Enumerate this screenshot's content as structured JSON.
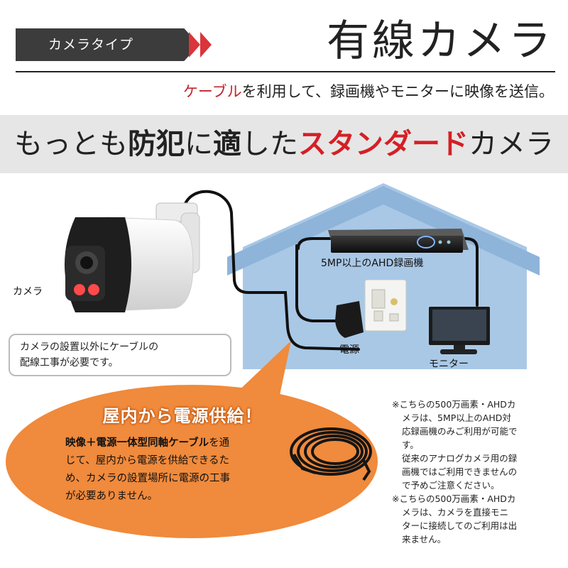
{
  "header": {
    "type_label": "カメラタイプ",
    "title": "有線カメラ",
    "subtitle_highlight": "ケーブル",
    "subtitle_rest": "を利用して、録画機やモニターに映像を送信。"
  },
  "slogan": {
    "part1": "もっとも",
    "part2": "防犯",
    "part3": "に",
    "part4": "適",
    "part5": "した",
    "part6": "スタンダード",
    "part7": "カメラ"
  },
  "diagram": {
    "camera_label": "カメラ",
    "recorder_label": "5MP以上のAHD録画機",
    "power_label": "電源",
    "monitor_label": "モニター"
  },
  "camera_note": {
    "line1": "カメラの設置以外にケーブルの",
    "line2": "配線工事が必要です。"
  },
  "bubble": {
    "title": "屋内から電源供給！",
    "bold": "映像＋電源一体型同軸ケーブル",
    "line1_rest": "を通",
    "line2": "じて、屋内から電源を供給できるた",
    "line3": "め、カメラの設置場所に電源の工事",
    "line4": "が必要ありません。"
  },
  "notes": {
    "n1_l1": "※こちらの500万画素・AHDカ",
    "n1_l2": "メラは、5MP以上のAHD対",
    "n1_l3": "応録画機のみご利用が可能で",
    "n1_l4": "す。",
    "n1_l5": "従来のアナログカメラ用の録",
    "n1_l6": "画機ではご利用できませんの",
    "n1_l7": "で予めご注意ください。",
    "n2_l1": "※こちらの500万画素・AHDカ",
    "n2_l2": "メラは、カメラを直接モニ",
    "n2_l3": "ターに接続してのご利用は出",
    "n2_l4": "来ません。"
  },
  "colors": {
    "accent_red": "#d51f25",
    "house_blue": "#a9c8e6",
    "bubble_orange": "#f08a3c",
    "tag_dark": "#3c3c3c"
  }
}
